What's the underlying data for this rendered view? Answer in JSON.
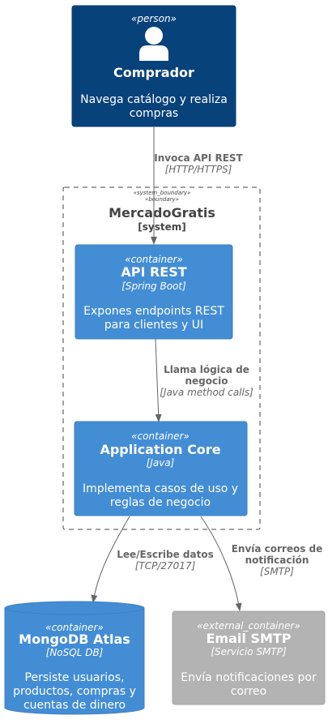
{
  "colors": {
    "person": "#08427B",
    "container": "#438DD5",
    "external": "#B3B3B3",
    "boundary_stroke": "#444444",
    "edge": "#666666"
  },
  "person": {
    "stereotype": "«person»",
    "icon": "person-icon",
    "name": "Comprador",
    "desc_lines": [
      "Navega catálogo y realiza",
      "compras"
    ]
  },
  "boundary": {
    "stereotype1": "«system_boundary»",
    "stereotype2": "«boundary»",
    "name": "MercadoGratis",
    "type": "[system]"
  },
  "api": {
    "stereotype": "«container»",
    "name": "API REST",
    "tech": "[Spring Boot]",
    "desc_lines": [
      "Expones endpoints REST",
      "para clientes y UI"
    ]
  },
  "core": {
    "stereotype": "«container»",
    "name": "Application Core",
    "tech": "[Java]",
    "desc_lines": [
      "Implementa casos de uso y",
      "reglas de negocio"
    ]
  },
  "mongo": {
    "stereotype": "«container»",
    "name": "MongoDB Atlas",
    "tech": "[NoSQL DB]",
    "desc_lines": [
      "Persiste usuarios,",
      "productos, compras y",
      "cuentas de dinero"
    ]
  },
  "smtp": {
    "stereotype": "«external_container»",
    "name": "Email SMTP",
    "tech": "[Servicio SMTP]",
    "desc_lines": [
      "Envía notificaciones por",
      "correo"
    ]
  },
  "edges": {
    "invoca": {
      "label": "Invoca API REST",
      "tech": "[HTTP/HTTPS]"
    },
    "llama": {
      "label_lines": [
        "Llama lógica de",
        "negocio"
      ],
      "tech": "[Java method calls]"
    },
    "lee": {
      "label": "Lee/Escribe datos",
      "tech": "[TCP/27017]"
    },
    "envia": {
      "label_lines": [
        "Envía correos de",
        "notificación"
      ],
      "tech": "[SMTP]"
    }
  }
}
